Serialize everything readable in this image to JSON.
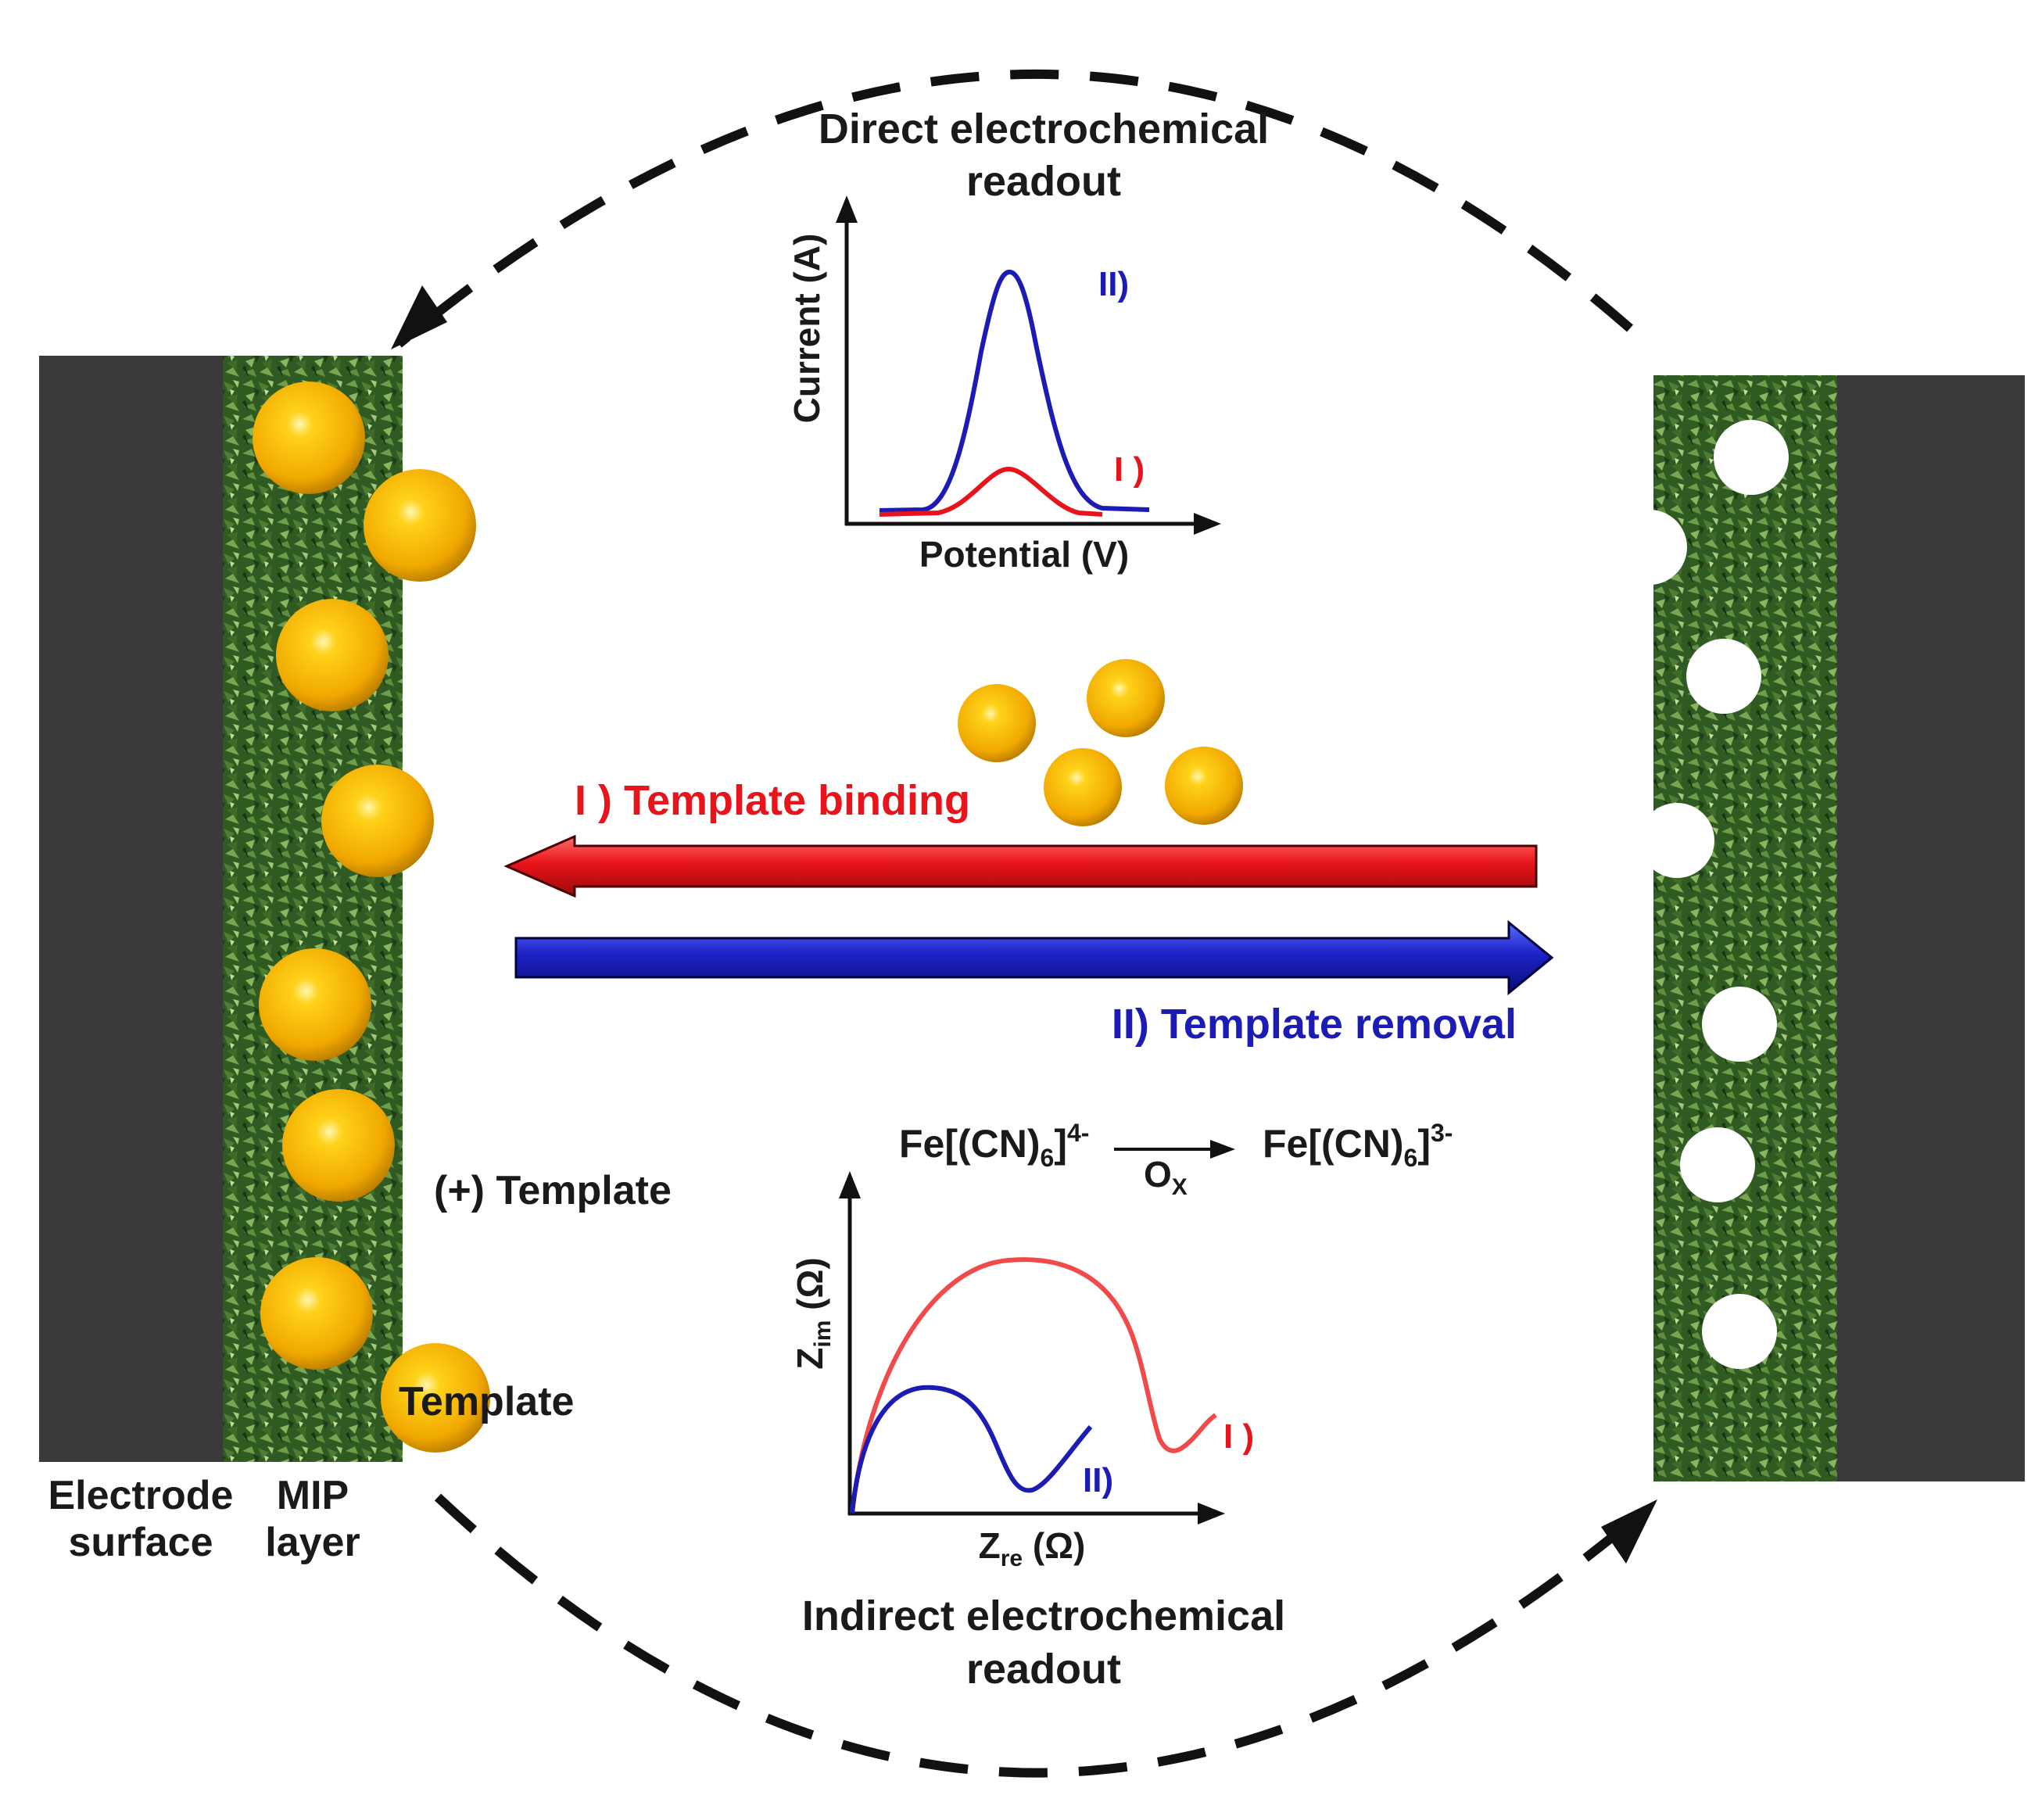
{
  "direct_readout": {
    "title_line1": "Direct electrochemical",
    "title_line2": "readout",
    "y_axis_label": "Current (A)",
    "x_axis_label": "Potential (V)",
    "curve_labels": {
      "removal": "II)",
      "binding": "I )"
    }
  },
  "indirect_readout": {
    "title_line1": "Indirect electrochemical",
    "title_line2": "readout",
    "y_axis_label": {
      "base": "Z",
      "sub": "im",
      "unit": " (Ω)"
    },
    "x_axis_label": {
      "base": "Z",
      "sub": "re",
      "unit": " (Ω)"
    },
    "curve_labels": {
      "removal": "II)",
      "binding": "I )"
    },
    "reaction": {
      "reactant": {
        "base": "Fe[(CN)",
        "sub": "6",
        "close": "]",
        "sup": "4-"
      },
      "oxidant": {
        "base": "O",
        "sub": "X"
      },
      "product": {
        "base": "Fe[(CN)",
        "sub": "6",
        "close": "]",
        "sup": "3-"
      }
    }
  },
  "process": {
    "binding_label": "I ) Template binding",
    "removal_label": "II) Template removal"
  },
  "left_electrode": {
    "electrode_label_line1": "Electrode",
    "electrode_label_line2": "surface",
    "mip_label_line1": "MIP",
    "mip_label_line2": "layer",
    "plus_template_label": "(+) Template",
    "template_label": "Template"
  },
  "colors": {
    "binding": "#e8141b",
    "removal": "#1c1cb4",
    "electrode": "#3a3a3a",
    "mip": "#3c6a2c",
    "template_sphere": "#f5b800",
    "text": "#1a1a1a"
  }
}
